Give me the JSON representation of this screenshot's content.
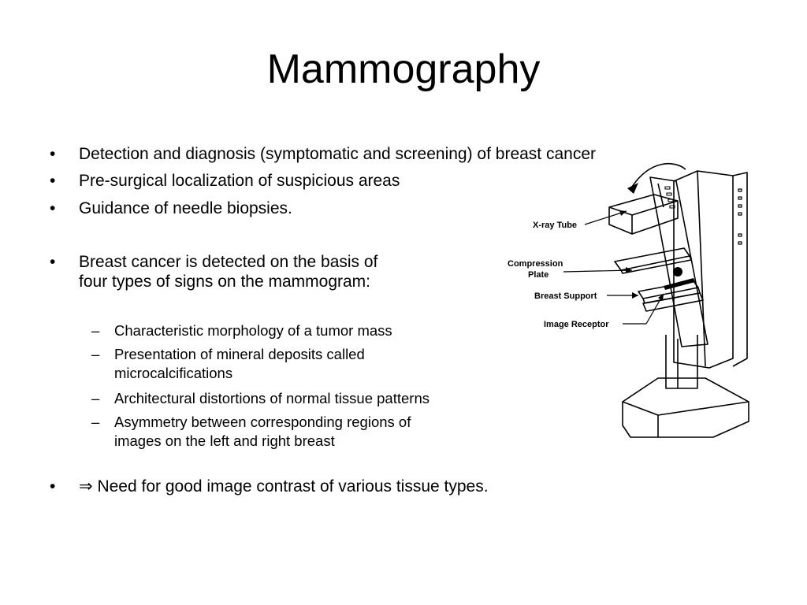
{
  "slide": {
    "title": "Mammography",
    "bullets_top": [
      "Detection and diagnosis (symptomatic and screening) of breast cancer",
      "Pre-surgical localization of suspicious areas",
      "Guidance of needle biopsies."
    ],
    "signs_intro": {
      "line1": "Breast cancer is detected on the basis of",
      "line2": "four types of signs on the mammogram:"
    },
    "signs": [
      {
        "line1": "Characteristic morphology of a tumor mass",
        "line2": ""
      },
      {
        "line1": "Presentation of mineral deposits called",
        "line2": "microcalcifications"
      },
      {
        "line1": "Architectural distortions of normal tissue patterns",
        "line2": ""
      },
      {
        "line1": "Asymmetry between corresponding regions of",
        "line2": "images on the left and right breast"
      }
    ],
    "conclusion_symbol": "⇒",
    "conclusion": "Need for good image contrast of various tissue types.",
    "bullet_char": "•",
    "dash_char": "–"
  },
  "diagram": {
    "labels": {
      "xray_tube": "X-ray Tube",
      "compression_plate_1": "Compression",
      "compression_plate_2": "Plate",
      "breast_support": "Breast Support",
      "image_receptor": "Image Receptor"
    }
  }
}
